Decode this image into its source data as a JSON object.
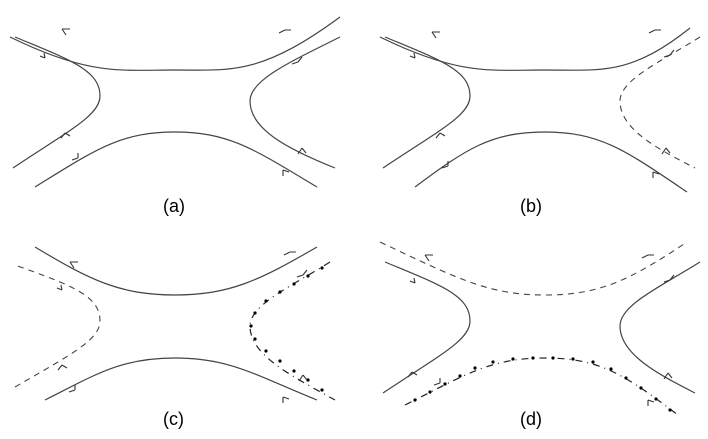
{
  "panels": [
    {
      "id": "a",
      "label": "(a)",
      "styles": {
        "top": "solid",
        "bottom": "solid",
        "left": "solid",
        "right": "solid"
      }
    },
    {
      "id": "b",
      "label": "(b)",
      "styles": {
        "top": "solid",
        "bottom": "solid",
        "left": "solid",
        "right": "dashed"
      }
    },
    {
      "id": "c",
      "label": "(c)",
      "styles": {
        "top": "solid",
        "bottom": "solid",
        "left": "dashed",
        "right": "dotted"
      }
    },
    {
      "id": "d",
      "label": "(d)",
      "styles": {
        "top": "dashed",
        "bottom": "dotdash",
        "left": "solid",
        "right": "solid"
      }
    }
  ]
}
